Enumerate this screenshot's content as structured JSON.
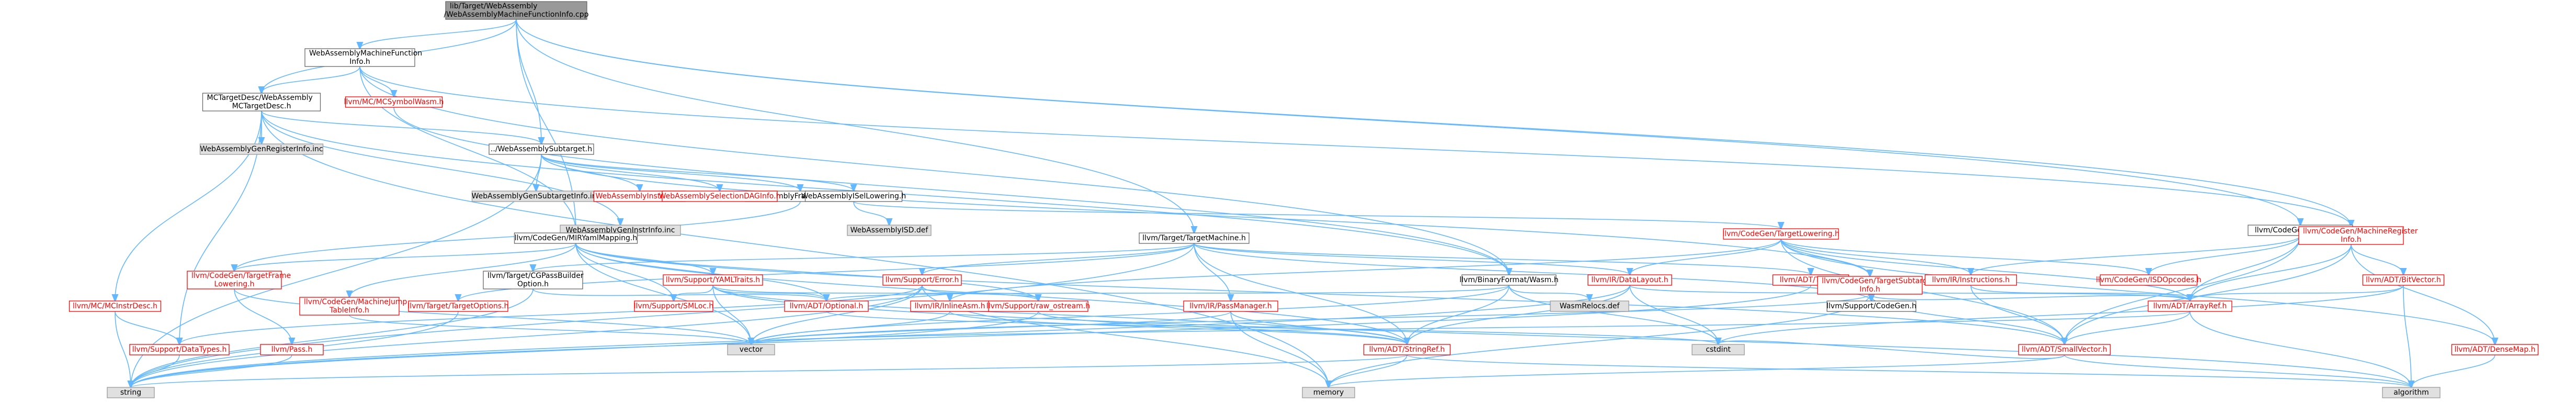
{
  "colors": {
    "edge": "#63b8ff",
    "focus_fill": "#999999",
    "focus_border": "#666666",
    "normal_fill": "#ffffff",
    "normal_border": "#666666",
    "incomplete_fill": "#ffffff",
    "incomplete_border": "#ff0000",
    "external_fill": "#e0e0e0",
    "external_border": "#999999",
    "text": "#000000",
    "incomplete_text": "#ff0000"
  },
  "nodes": {
    "root": [
      "lib/Target/WebAssembly",
      "/WebAssemblyMachineFunctionInfo.cpp"
    ],
    "mfi": [
      "WebAssemblyMachineFunction",
      "Info.h"
    ],
    "mctd": [
      "MCTargetDesc/WebAssembly",
      "MCTargetDesc.h"
    ],
    "mcsymwasm": [
      "llvm/MC/MCSymbolWasm.h"
    ],
    "subtarget": [
      "../WebAssemblySubtarget.h"
    ],
    "genreg": [
      "WebAssemblyGenRegisterInfo.inc"
    ],
    "framelow": [
      "WebAssemblyFrameLowering.h"
    ],
    "genss": [
      "WebAssemblyGenSubtargetInfo.inc"
    ],
    "instrinfo": [
      "WebAssemblyInstrInfo.h"
    ],
    "seldag": [
      "WebAssemblySelectionDAGInfo.h"
    ],
    "isellow": [
      "WebAssemblyISelLowering.h"
    ],
    "geninstr": [
      "WebAssemblyGenInstrInfo.inc"
    ],
    "isddef": [
      "WebAssemblyISD.def"
    ],
    "mirymap": [
      "llvm/CodeGen/MIRYamlMapping.h"
    ],
    "targetmachine": [
      "llvm/Target/TargetMachine.h"
    ],
    "cganalysis": [
      "llvm/CodeGen/Analysis.h"
    ],
    "machreg": [
      "llvm/CodeGen/MachineRegister",
      "Info.h"
    ],
    "tgtlow": [
      "llvm/CodeGen/TargetLowering.h"
    ],
    "tfl": [
      "llvm/CodeGen/TargetFrame",
      "Lowering.h"
    ],
    "cgpass": [
      "llvm/Target/CGPassBuilder",
      "Option.h"
    ],
    "yamltraits": [
      "llvm/Support/YAMLTraits.h"
    ],
    "suerror": [
      "llvm/Support/Error.h"
    ],
    "binwasm": [
      "llvm/BinaryFormat/Wasm.h"
    ],
    "datalayout": [
      "llvm/IR/DataLayout.h"
    ],
    "triple": [
      "llvm/ADT/Triple.h"
    ],
    "tsi": [
      "llvm/CodeGen/TargetSubtarget",
      "Info.h"
    ],
    "irinstr": [
      "llvm/IR/Instructions.h"
    ],
    "isdopc": [
      "llvm/CodeGen/ISDOpcodes.h"
    ],
    "bitvec": [
      "llvm/ADT/BitVector.h"
    ],
    "mcinst": [
      "llvm/MC/MCInstrDesc.h"
    ],
    "mjt": [
      "llvm/CodeGen/MachineJump",
      "TableInfo.h"
    ],
    "tgtopt": [
      "llvm/Target/TargetOptions.h"
    ],
    "smloc": [
      "llvm/Support/SMLoc.h"
    ],
    "optional": [
      "llvm/ADT/Optional.h"
    ],
    "inlineasm": [
      "llvm/IR/InlineAsm.h"
    ],
    "rawos": [
      "llvm/Support/raw_ostream.h"
    ],
    "passmgr": [
      "llvm/IR/PassManager.h"
    ],
    "wasmrel": [
      "WasmRelocs.def"
    ],
    "supcodegen": [
      "llvm/Support/CodeGen.h"
    ],
    "arrayref": [
      "llvm/ADT/ArrayRef.h"
    ],
    "pass": [
      "llvm/Pass.h"
    ],
    "datatypes": [
      "llvm/Support/DataTypes.h"
    ],
    "vector": [
      "vector"
    ],
    "stringref": [
      "llvm/ADT/StringRef.h"
    ],
    "cstdint": [
      "cstdint"
    ],
    "smallvec": [
      "llvm/ADT/SmallVector.h"
    ],
    "densemap": [
      "llvm/ADT/DenseMap.h"
    ],
    "string": [
      "string"
    ],
    "memory": [
      "memory"
    ],
    "algorithm": [
      "algorithm"
    ]
  }
}
